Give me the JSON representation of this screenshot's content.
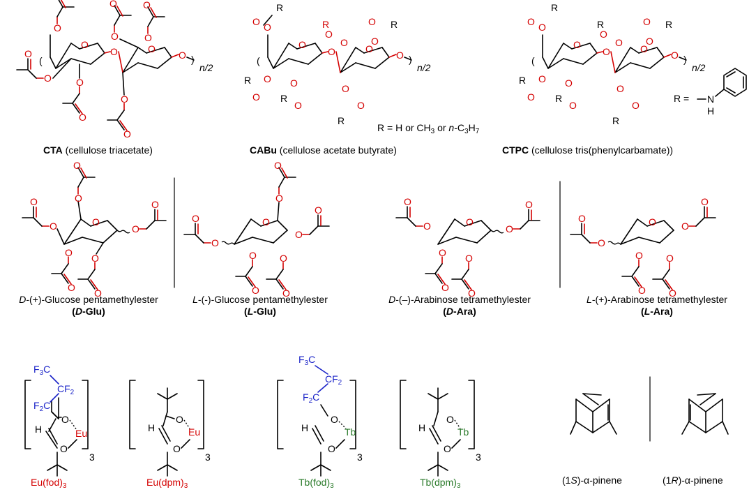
{
  "polymers": [
    {
      "abbr": "CTA",
      "name": "(cellulose triacetate)",
      "repeat": "n/2"
    },
    {
      "abbr": "CABu",
      "name": "(cellulose acetate butyrate)",
      "repeat": "n/2",
      "r_def": "R = H  or CH3 or n-C3H7"
    },
    {
      "abbr": "CTPC",
      "name": "(cellulose tris(phenylcarbamate))",
      "repeat": "n/2",
      "r_def": "R ="
    }
  ],
  "sugars": [
    {
      "prefix": "D",
      "name": "-(+)-Glucose pentamethylester",
      "abbr_prefix": "D",
      "abbr": "-Glu"
    },
    {
      "prefix": "L",
      "name": "-(-)-Glucose pentamethylester",
      "abbr_prefix": "L",
      "abbr": "-Glu"
    },
    {
      "prefix": "D",
      "name": "-(–)-Arabinose tetramethylester",
      "abbr_prefix": "D",
      "abbr": "-Ara"
    },
    {
      "prefix": "L",
      "name": "-(+)-Arabinose tetramethylester",
      "abbr_prefix": "L",
      "abbr": "-Ara"
    }
  ],
  "complexes": [
    {
      "metal": "Eu",
      "ligand": "(fod)",
      "sub": "3",
      "color": "#d40000"
    },
    {
      "metal": "Eu",
      "ligand": "(dpm)",
      "sub": "3",
      "color": "#d40000"
    },
    {
      "metal": "Tb",
      "ligand": "(fod)",
      "sub": "3",
      "color": "#2a7a2a"
    },
    {
      "metal": "Tb",
      "ligand": "(dpm)",
      "sub": "3",
      "color": "#2a7a2a"
    }
  ],
  "pinenes": [
    {
      "label_a": "(1",
      "config": "S",
      "label_b": ")-α-pinene"
    },
    {
      "label_a": "(1",
      "config": "R",
      "label_b": ")-α-pinene"
    }
  ],
  "atoms": {
    "O": "O",
    "R": "R",
    "H": "H",
    "N": "N",
    "F3C": "F3C",
    "CF2": "CF2",
    "F2C": "F2C",
    "n2": "n/2",
    "three": "3"
  },
  "colors": {
    "oxygen": "#d40000",
    "fluorine": "#1b24c8",
    "terbium": "#2a7a2a",
    "europium": "#d40000"
  }
}
